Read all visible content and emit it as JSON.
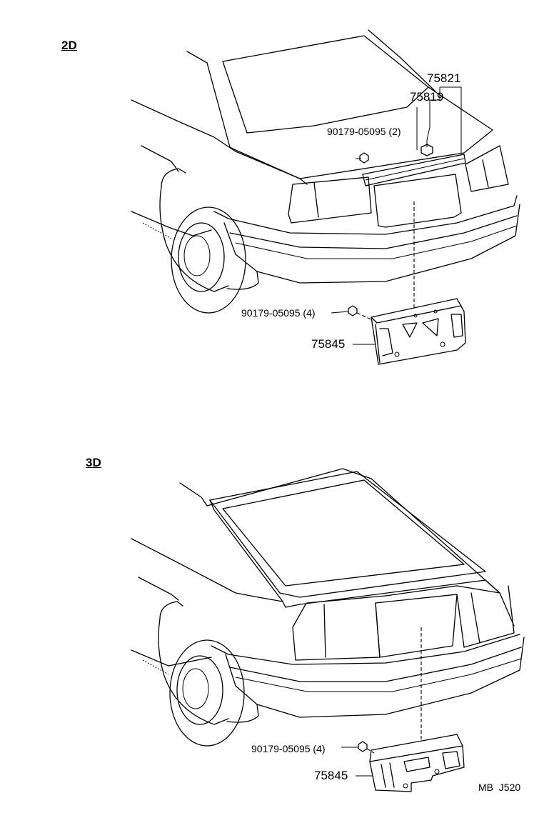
{
  "sections": {
    "upper": {
      "label": "2D",
      "parts": {
        "moulding_set": "75821",
        "moulding": "75819",
        "nut_top": "90179-05095 (2)",
        "nut_bottom": "90179-05095 (4)",
        "garnish": "75845"
      }
    },
    "lower": {
      "label": "3D",
      "parts": {
        "nut": "90179-05095 (4)",
        "garnish": "75845"
      }
    }
  },
  "footer_code": "MB  J520"
}
